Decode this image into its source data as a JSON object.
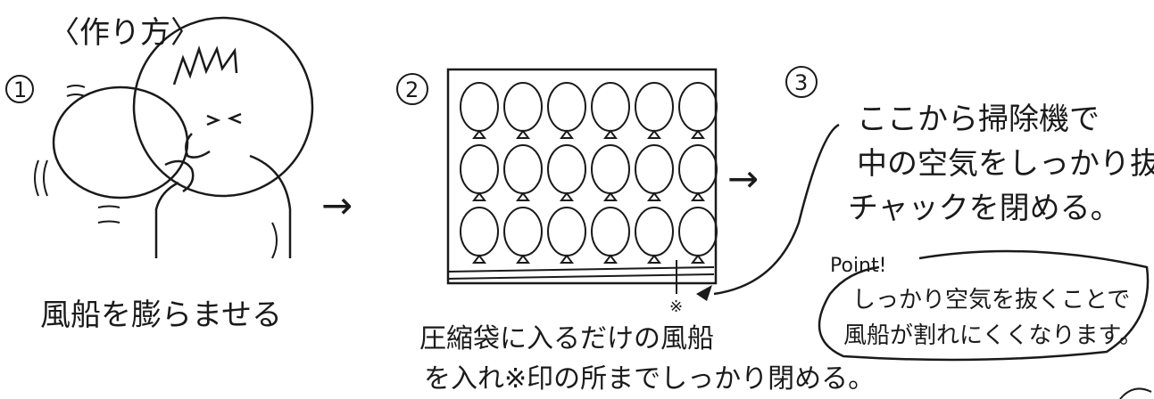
{
  "title": "〈作り方〉",
  "steps": [
    {
      "number": "1",
      "caption": "風船を膨らませる"
    },
    {
      "number": "2",
      "caption_lines": [
        "圧縮袋に入るだけの風船",
        "を入れ※印の所までしっかり閉める。"
      ],
      "mark": "※"
    },
    {
      "number": "3",
      "caption_lines": [
        "ここから掃除機で",
        "中の空気をしっかり抜き、",
        "チャックを閉める。"
      ]
    }
  ],
  "arrows": [
    "→",
    "→"
  ],
  "point": {
    "label": "Point!",
    "lines": [
      "しっかり空気を抜くことで",
      "風船が割れにくくなります。"
    ]
  },
  "colors": {
    "ink": "#1a1a1a",
    "paper": "#ffffff"
  }
}
